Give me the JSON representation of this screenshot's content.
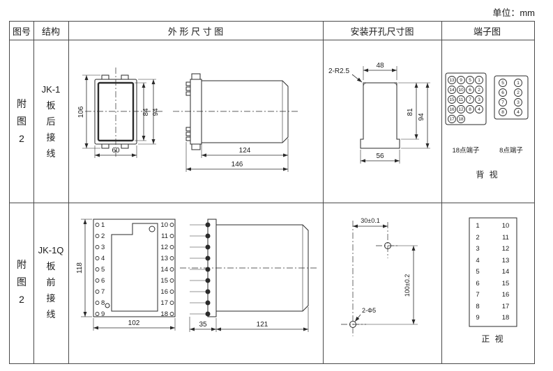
{
  "page": {
    "unit": "单位：mm"
  },
  "headers": {
    "fig": "图号",
    "structure": "结构",
    "outline": "外 形 尺 寸 图",
    "mounting": "安装开孔尺寸图",
    "terminal": "端子图"
  },
  "row1": {
    "fig": "附\n图\n2",
    "structure": "JK-1\n板\n后\n接\n线",
    "outline": {
      "d106": "106",
      "d84": "84",
      "d94": "94",
      "d60": "60",
      "d124": "124",
      "d146": "146"
    },
    "mounting": {
      "radius_note": "2-R2.5",
      "d48": "48",
      "d81": "81",
      "d94": "94",
      "d56": "56"
    },
    "terminal": {
      "block18": {
        "r1": [
          "13",
          "9",
          "5",
          "1"
        ],
        "r2": [
          "14",
          "10",
          "6",
          "2"
        ],
        "r3": [
          "15",
          "11",
          "7",
          "3"
        ],
        "r4": [
          "16",
          "12",
          "8",
          "4"
        ],
        "r5": [
          "17",
          "18"
        ]
      },
      "block8": {
        "left": [
          "5",
          "6",
          "7",
          "8"
        ],
        "right": [
          "1",
          "2",
          "3",
          "4"
        ]
      },
      "label18": "18点端子",
      "label8": "8点端子",
      "view": "背 视"
    }
  },
  "row2": {
    "fig": "附\n图\n2",
    "structure": "JK-1Q\n板\n前\n接\n线",
    "outline": {
      "d118": "118",
      "d102": "102",
      "d35": "35",
      "d121": "121",
      "left": [
        "1",
        "2",
        "3",
        "4",
        "5",
        "6",
        "7",
        "8",
        "9"
      ],
      "right": [
        "10",
        "11",
        "12",
        "13",
        "14",
        "15",
        "16",
        "17",
        "18"
      ]
    },
    "mounting": {
      "d30": "30±0.1",
      "d100": "100±0.2",
      "dia": "2-Φ5"
    },
    "terminal": {
      "left": [
        "1",
        "2",
        "3",
        "4",
        "5",
        "6",
        "7",
        "8",
        "9"
      ],
      "right": [
        "10",
        "11",
        "12",
        "13",
        "14",
        "15",
        "16",
        "17",
        "18"
      ],
      "view": "正 视"
    }
  }
}
